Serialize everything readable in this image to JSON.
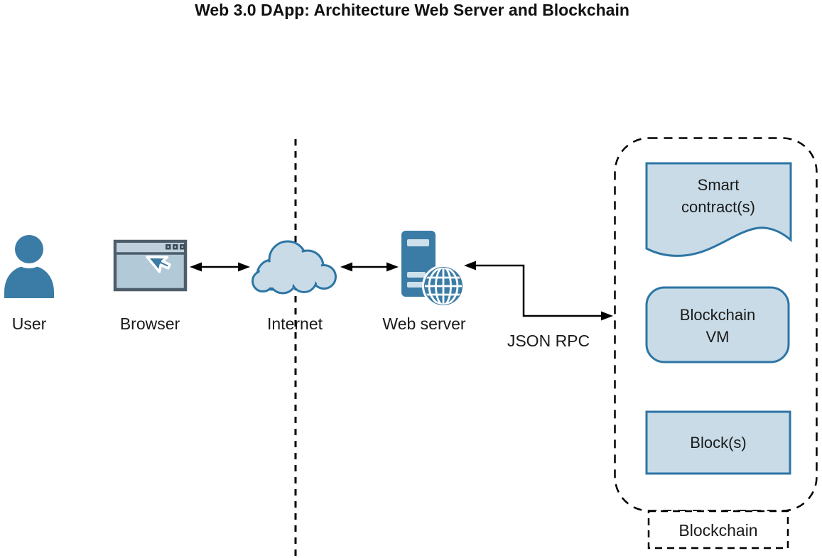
{
  "title": "Web 3.0 DApp: Architecture Web Server and Blockchain",
  "nodes": {
    "user": {
      "label": "User",
      "icon": "person-icon"
    },
    "browser": {
      "label": "Browser",
      "icon": "browser-window-icon"
    },
    "internet": {
      "label": "Internet",
      "icon": "cloud-icon"
    },
    "web_server": {
      "label": "Web server",
      "icon": "server-globe-icon"
    }
  },
  "connections": {
    "browser_internet": {
      "type": "double-headed-arrow"
    },
    "internet_webserver": {
      "type": "double-headed-arrow"
    },
    "webserver_blockchain": {
      "type": "double-headed-elbow-arrow",
      "label": "JSON RPC"
    }
  },
  "blockchain_group": {
    "label": "Blockchain",
    "items": [
      {
        "id": "smart-contracts",
        "shape": "document",
        "label": "Smart contract(s)",
        "lines": [
          "Smart",
          "contract(s)"
        ]
      },
      {
        "id": "blockchain-vm",
        "shape": "rounded-rectangle",
        "label": "Blockchain VM",
        "lines": [
          "Blockchain",
          "VM"
        ]
      },
      {
        "id": "blocks",
        "shape": "rectangle",
        "label": "Block(s)",
        "lines": [
          "Block(s)"
        ]
      }
    ]
  },
  "colors": {
    "icon_blue": "#3b7ca6",
    "shape_stroke": "#2c75a4",
    "shape_fill": "#c8dbe7",
    "browser_frame": "#4d5e6a",
    "browser_body": "#b2c9d8",
    "browser_titlebar": "#bfd0dc",
    "connector": "#000000",
    "text": "#1a1a1a",
    "background": "#ffffff"
  }
}
